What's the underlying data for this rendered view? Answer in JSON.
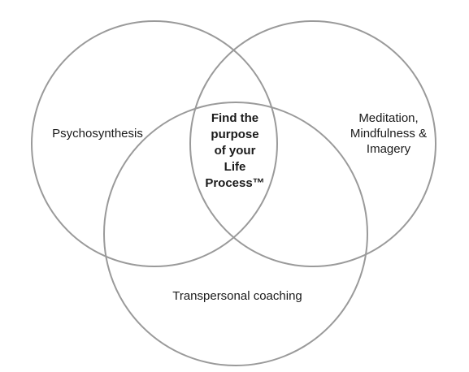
{
  "diagram": {
    "sets": [
      {
        "id": "left",
        "label": "Psychosynthesis"
      },
      {
        "id": "right",
        "label": "Meditation,\nMindfulness &\nImagery"
      },
      {
        "id": "bottom",
        "label": "Transpersonal coaching"
      }
    ],
    "intersection": {
      "label": "Find the\npurpose\nof your\nLife\nProcess™"
    },
    "stroke_color": "#9a9a9a"
  }
}
